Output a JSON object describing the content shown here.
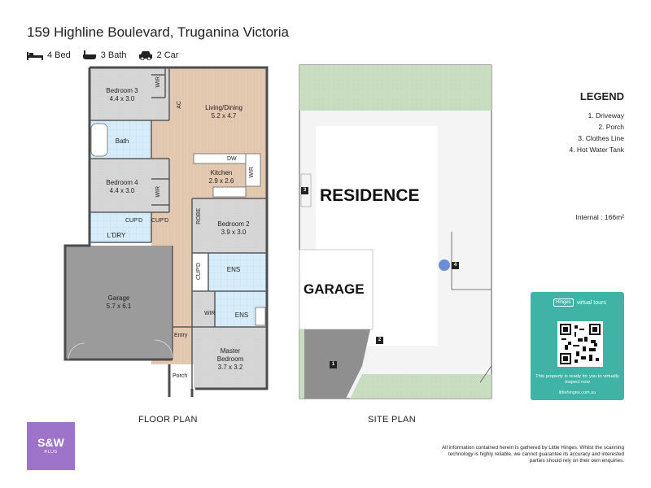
{
  "header": {
    "title": "159 Highline Boulevard, Truganina Victoria",
    "specs": {
      "bed": "4 Bed",
      "bath": "3 Bath",
      "car": "2 Car"
    }
  },
  "floor_plan": {
    "caption": "FLOOR PLAN",
    "rooms": {
      "bedroom3": {
        "name": "Bedroom 3",
        "size": "4.4 x 3.0"
      },
      "living": {
        "name": "Living/Dining",
        "size": "5.2 x 4.7"
      },
      "bath": {
        "name": "Bath"
      },
      "kitchen": {
        "name": "Kitchen",
        "size": "2.9 x 2.6"
      },
      "bedroom4": {
        "name": "Bedroom 4",
        "size": "4.4 x 3.0"
      },
      "bedroom2": {
        "name": "Bedroom 2",
        "size": "3.9 x 3.0"
      },
      "laundry": {
        "name": "L'DRY"
      },
      "garage": {
        "name": "Garage",
        "size": "5.7 x 6.1"
      },
      "ens1": {
        "name": "ENS"
      },
      "ens2": {
        "name": "ENS"
      },
      "master": {
        "name": "Master",
        "name2": "Bedroom",
        "size": "3.7 x 3.2"
      },
      "entry": {
        "name": "Entry"
      },
      "porch": {
        "name": "Porch"
      }
    },
    "labels": {
      "wir1": "WIR",
      "wir2": "WIR",
      "wir3": "WIR",
      "wir4": "WIR",
      "ac": "AC",
      "dw": "DW",
      "robe": "ROBE",
      "cupd1": "CUP'D",
      "cupd2": "CUP'D",
      "cupd3": "CUP'D"
    }
  },
  "site_plan": {
    "caption": "SITE PLAN",
    "residence": "RESIDENCE",
    "garage": "GARAGE",
    "markers": [
      "1",
      "2",
      "3",
      "4"
    ]
  },
  "legend": {
    "title": "LEGEND",
    "items": [
      "1. Driveway",
      "2. Porch",
      "3. Clothes Line",
      "4. Hot Water Tank"
    ],
    "internal": "Internal  : 166m²"
  },
  "virtual_card": {
    "brand": "Hinges",
    "brand_sub": "virtual tours",
    "text": "This property is ready for you to virtually inspect now",
    "url": "littlehinges.com.au"
  },
  "agency_logo": {
    "main": "S&W",
    "sub": "PLUS"
  },
  "disclaimer": "All information contained herein is gathered by Little Hinges. Whilst the scanning technology is highly reliable, we cannot guarantee its accuracy and interested parties should rely on their own enquiries.",
  "colors": {
    "wood": "#e3c8b2",
    "wet": "#d6ecfa",
    "carpet": "#d6d6d6",
    "garage": "#9b9b9b",
    "grass": "#c9dec1",
    "card": "#3fb3a6",
    "agency": "#9d74c9"
  }
}
